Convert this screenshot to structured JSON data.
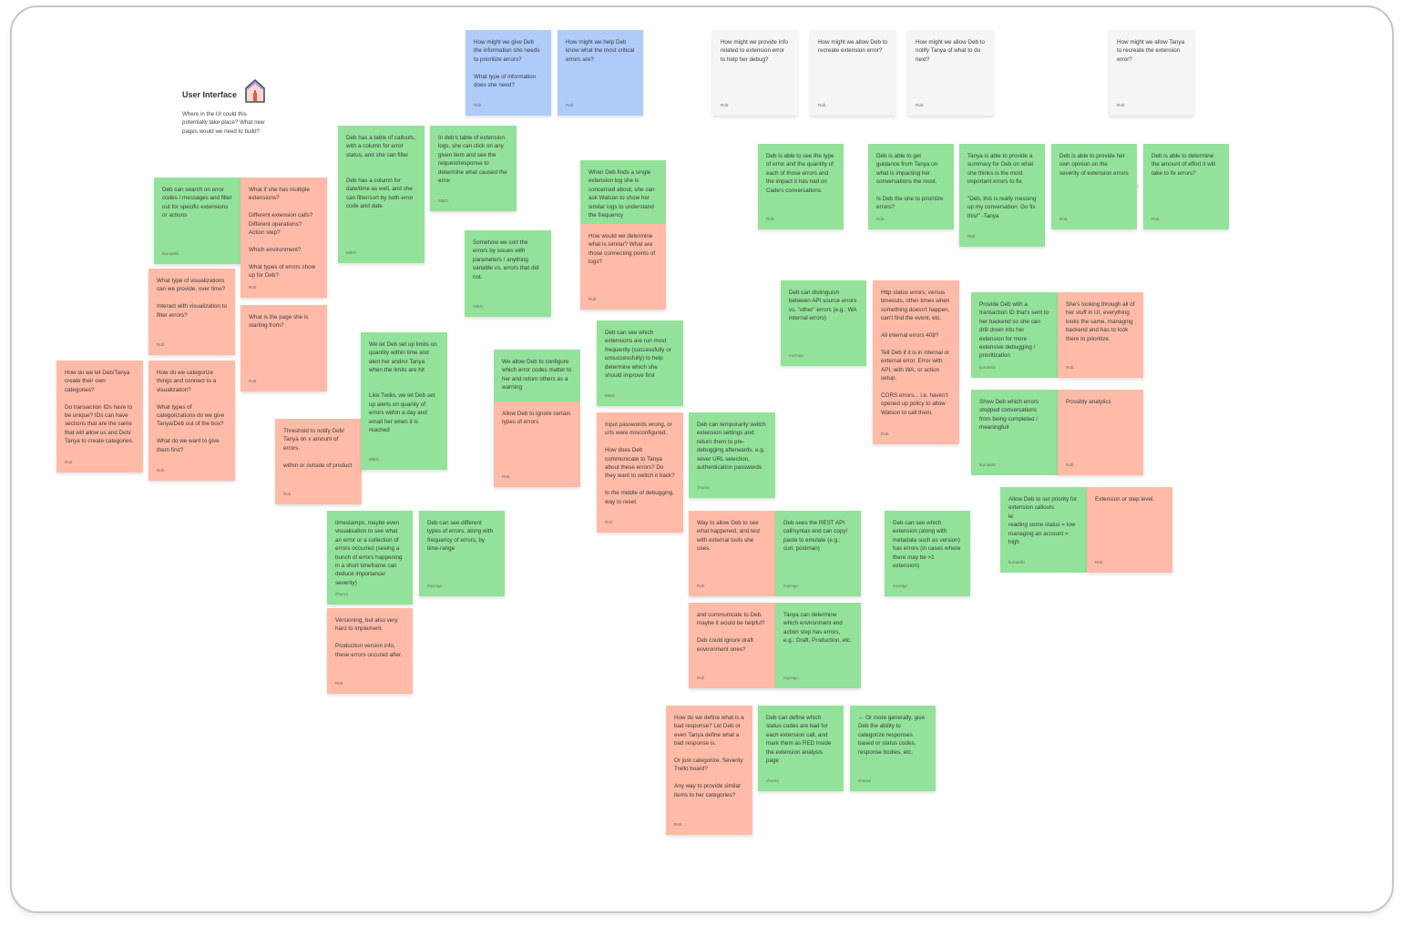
{
  "section": {
    "title": "User Interface",
    "icon": "house-icon",
    "description": "Where in the UI could this potentially take place? What new pages would we need to build?"
  },
  "colors": {
    "green": "#93e29a",
    "red": "#ffbba8",
    "blue": "#aecbfa",
    "grey": "#f5f5f5",
    "frame_border": "#c6c6c6"
  },
  "notes": [
    {
      "color": "blue",
      "text": "How might we give Deb the information she needs to prioritize errors?\n\nWhat type of information does she need?",
      "author": "Rob"
    },
    {
      "color": "blue",
      "text": "How might we help Deb know what the most critical errors are?",
      "author": "Rob"
    },
    {
      "color": "grey",
      "text": "How might we provide info related to extension error to help her debug?",
      "author": "Rob"
    },
    {
      "color": "grey",
      "text": "How might we allow Deb to recreate extension error?",
      "author": "Rob"
    },
    {
      "color": "grey",
      "text": "How might we allow Deb to notify Tanya of what to do next?",
      "author": "Rob"
    },
    {
      "color": "grey",
      "text": "How might we allow Tanya to recreate the extension error?",
      "author": "Rob"
    },
    {
      "color": "green",
      "text": "Deb has a table of callouts, with a column for error status, and she can filter\n\n\nDeb has a column for date/time as well, and she can filter/sort by both error code and date",
      "author": "Mitch"
    },
    {
      "color": "green",
      "text": "In deb's table of extension logs, she can click on any given item and see the request/response to determine what caused the error",
      "author": "Mitch"
    },
    {
      "color": "green",
      "text": "When Deb finds a single extension log she is concerned about, she can ask Watson to show her similar logs to understand the frequency",
      "author": ""
    },
    {
      "color": "red",
      "text": "How would we determine what is similar? What are those connecting points of logs?",
      "author": "Rob"
    },
    {
      "color": "green",
      "text": "Somehow we sort the errors by issues with parameters / anything variable vs. errors that did not.",
      "author": "Mitch"
    },
    {
      "color": "green",
      "text": "Deb can  search on error codes / messages  and filter out for specific extensions or actions",
      "author": "kurowski"
    },
    {
      "color": "red",
      "text": "What if she has multiple extensions?\n\nDifferent extension calls? Different operations? Action step?\n\nWhich environment?\n\nWhat types of errors show up for Deb?",
      "author": "Rob"
    },
    {
      "color": "red",
      "text": "What type of visualizations can we provide, over time?\n\nInteract with visualization to filter errors?",
      "author": "Rob"
    },
    {
      "color": "red",
      "text": "What is the page she is starting from?",
      "author": "Rob"
    },
    {
      "color": "red",
      "text": "How do we let Deb/Tanya create their own categories?\n\nDo transaction IDs have to be unique? IDs can have sections that are the same that will allow us and Deb/ Tanya to create categories.",
      "author": "Rob"
    },
    {
      "color": "red",
      "text": "How do we categorize things and connect to a visualization?\n\nWhat types of categorizations do we give Tanya/Deb out of the box?\n\nWhat do we want to give them first?",
      "author": "Rob"
    },
    {
      "color": "red",
      "text": "Threshold to notify Deb/ Tanya on x amount of errors.\n\nwithin or outside of product",
      "author": "Rob"
    },
    {
      "color": "green",
      "text": "We let Deb set up limits on quantity within time and alert her and/or Tanya when the limits are hit\n\n\nLike Twilio, we let Deb set up alerts on quanity of errors within a day and email her when it is reached",
      "author": "Mitch"
    },
    {
      "color": "green",
      "text": "We allow Deb to configure which error codes matter to her and return others as a warning",
      "author": ""
    },
    {
      "color": "red",
      "text": "Allow Deb to ignore certain types of errors",
      "author": "Rob"
    },
    {
      "color": "green",
      "text": "Deb can see which extensions are run most frequently (successfully or unsuccessfully) to help determine which she should improve first",
      "author": "Mitch"
    },
    {
      "color": "red",
      "text": "Input passwords wrong, or urls were misconfigured.\n\nHow does Deb communicate to Tanya about these errors? Do they want to switch it back?\n\nIn the middle of debugging, way to reset.",
      "author": "Rob"
    },
    {
      "color": "green",
      "text": "Deb can temporarily switch extension settings and return them to pre-debugging afterwards. e.g. sever URL selection, authentication passwords",
      "author": "chuma"
    },
    {
      "color": "green",
      "text": "Deb is able to see the type of error and the quantity of each of those errors and the impact it has had on Cade's conversations.",
      "author": "Rob"
    },
    {
      "color": "green",
      "text": "Deb is able to get guidance from Tanya on what is impacting her conversations the most.\n\nIs Deb the one to prioritize errors?",
      "author": "Rob"
    },
    {
      "color": "green",
      "text": "Tanya is able to provide a summary for Deb on what she thinks is the most important errors to fix.\n\n\"Deb, this is really messing up my conversation. Go fix this!\" -Tanya",
      "author": "Rob"
    },
    {
      "color": "green",
      "text": "Deb is able to provide her own opinion on the severity of extension errors",
      "author": "Rob"
    },
    {
      "color": "green",
      "text": "Deb is able to determine the amount of effort it will take to fix errors?",
      "author": "Rob"
    },
    {
      "color": "green",
      "text": "Deb can distinguish between API source errors vs. \"other\" errors (e.g.: WA internal errors)",
      "author": "murrayc"
    },
    {
      "color": "red",
      "text": "Http status errors, versus timeouts, other times when something doesn't happen, can't find the event, etc.\n\nAll internal errors 408?\n\nTell Deb if it is in internal or external error. Error with API, with WA, or action setup.\n\nCORS errors... i.e. haven't opened up policy to allow Watson to call them.",
      "author": "Rob"
    },
    {
      "color": "green",
      "text": "Provide Deb with a transaction ID that's sent to her backend so she can drill down into her extension for more extensive debugging / prioritization",
      "author": "kurowski"
    },
    {
      "color": "red",
      "text": "She's looking through all of her stuff in UI, everything looks the same, managing backend and has to look there to prioritize.",
      "author": "Rob"
    },
    {
      "color": "green",
      "text": "Show Deb which errors stopped conversations from being completed / meaningfull",
      "author": "kurowski"
    },
    {
      "color": "red",
      "text": "Possibly analytics",
      "author": "Rob"
    },
    {
      "color": "green",
      "text": "Allow Deb to set priority for extension callouts.\nie:\nreading some status = low\nmanaging an account = high",
      "author": "kurowski"
    },
    {
      "color": "red",
      "text": "Extension or step level.",
      "author": "Rob"
    },
    {
      "color": "green",
      "text": "timestamps, maybe even visualisation to see what an error or a collection of errors occurred (seeing a bunch of errors happening in a short timeframe can deduce importance/ severity)",
      "author": "chuma"
    },
    {
      "color": "green",
      "text": "Deb can see different types of errors, along with frequency of errors, by time-range",
      "author": "murrayc"
    },
    {
      "color": "red",
      "text": "Versioning, but also very hard to implement.\n\nProduction version info, these errors occured after.",
      "author": "Rob"
    },
    {
      "color": "red",
      "text": "Way to allow Deb to see what happened, and test with external tools she uses.",
      "author": "Rob"
    },
    {
      "color": "green",
      "text": "Deb sees the REST API call/syntax and can copy/ paste to emulate (e.g.: curl, postman)",
      "author": "murrayc"
    },
    {
      "color": "green",
      "text": "Deb can see which extension (along with metadata such as version) has errors (in cases where there may be >1 extension)",
      "author": "murrayc"
    },
    {
      "color": "red",
      "text": "and communicate to Deb, maybe it would be helpful?\n\nDeb could ignore draft environment ones?",
      "author": "Rob"
    },
    {
      "color": "green",
      "text": "Tanya can determine which environment and action step has errors, e.g.: Draft, Production, etc.",
      "author": "murrayc"
    },
    {
      "color": "red",
      "text": "How do we define what is a bad response? Let Deb or even Tanya define what a bad response is.\n\nOr just categorize. Severity Trello board?\n\nAny way to provide similar items to her categories?",
      "author": "Rob"
    },
    {
      "color": "green",
      "text": "Deb can define which status codes are bad for each extension call, and mark them as RED inside the extension analysis page",
      "author": "chuma"
    },
    {
      "color": "green",
      "text": "← Or more generally, give Deb the ability to categorize responses based or status codes, response bodies, etc.",
      "author": "chuma"
    }
  ]
}
